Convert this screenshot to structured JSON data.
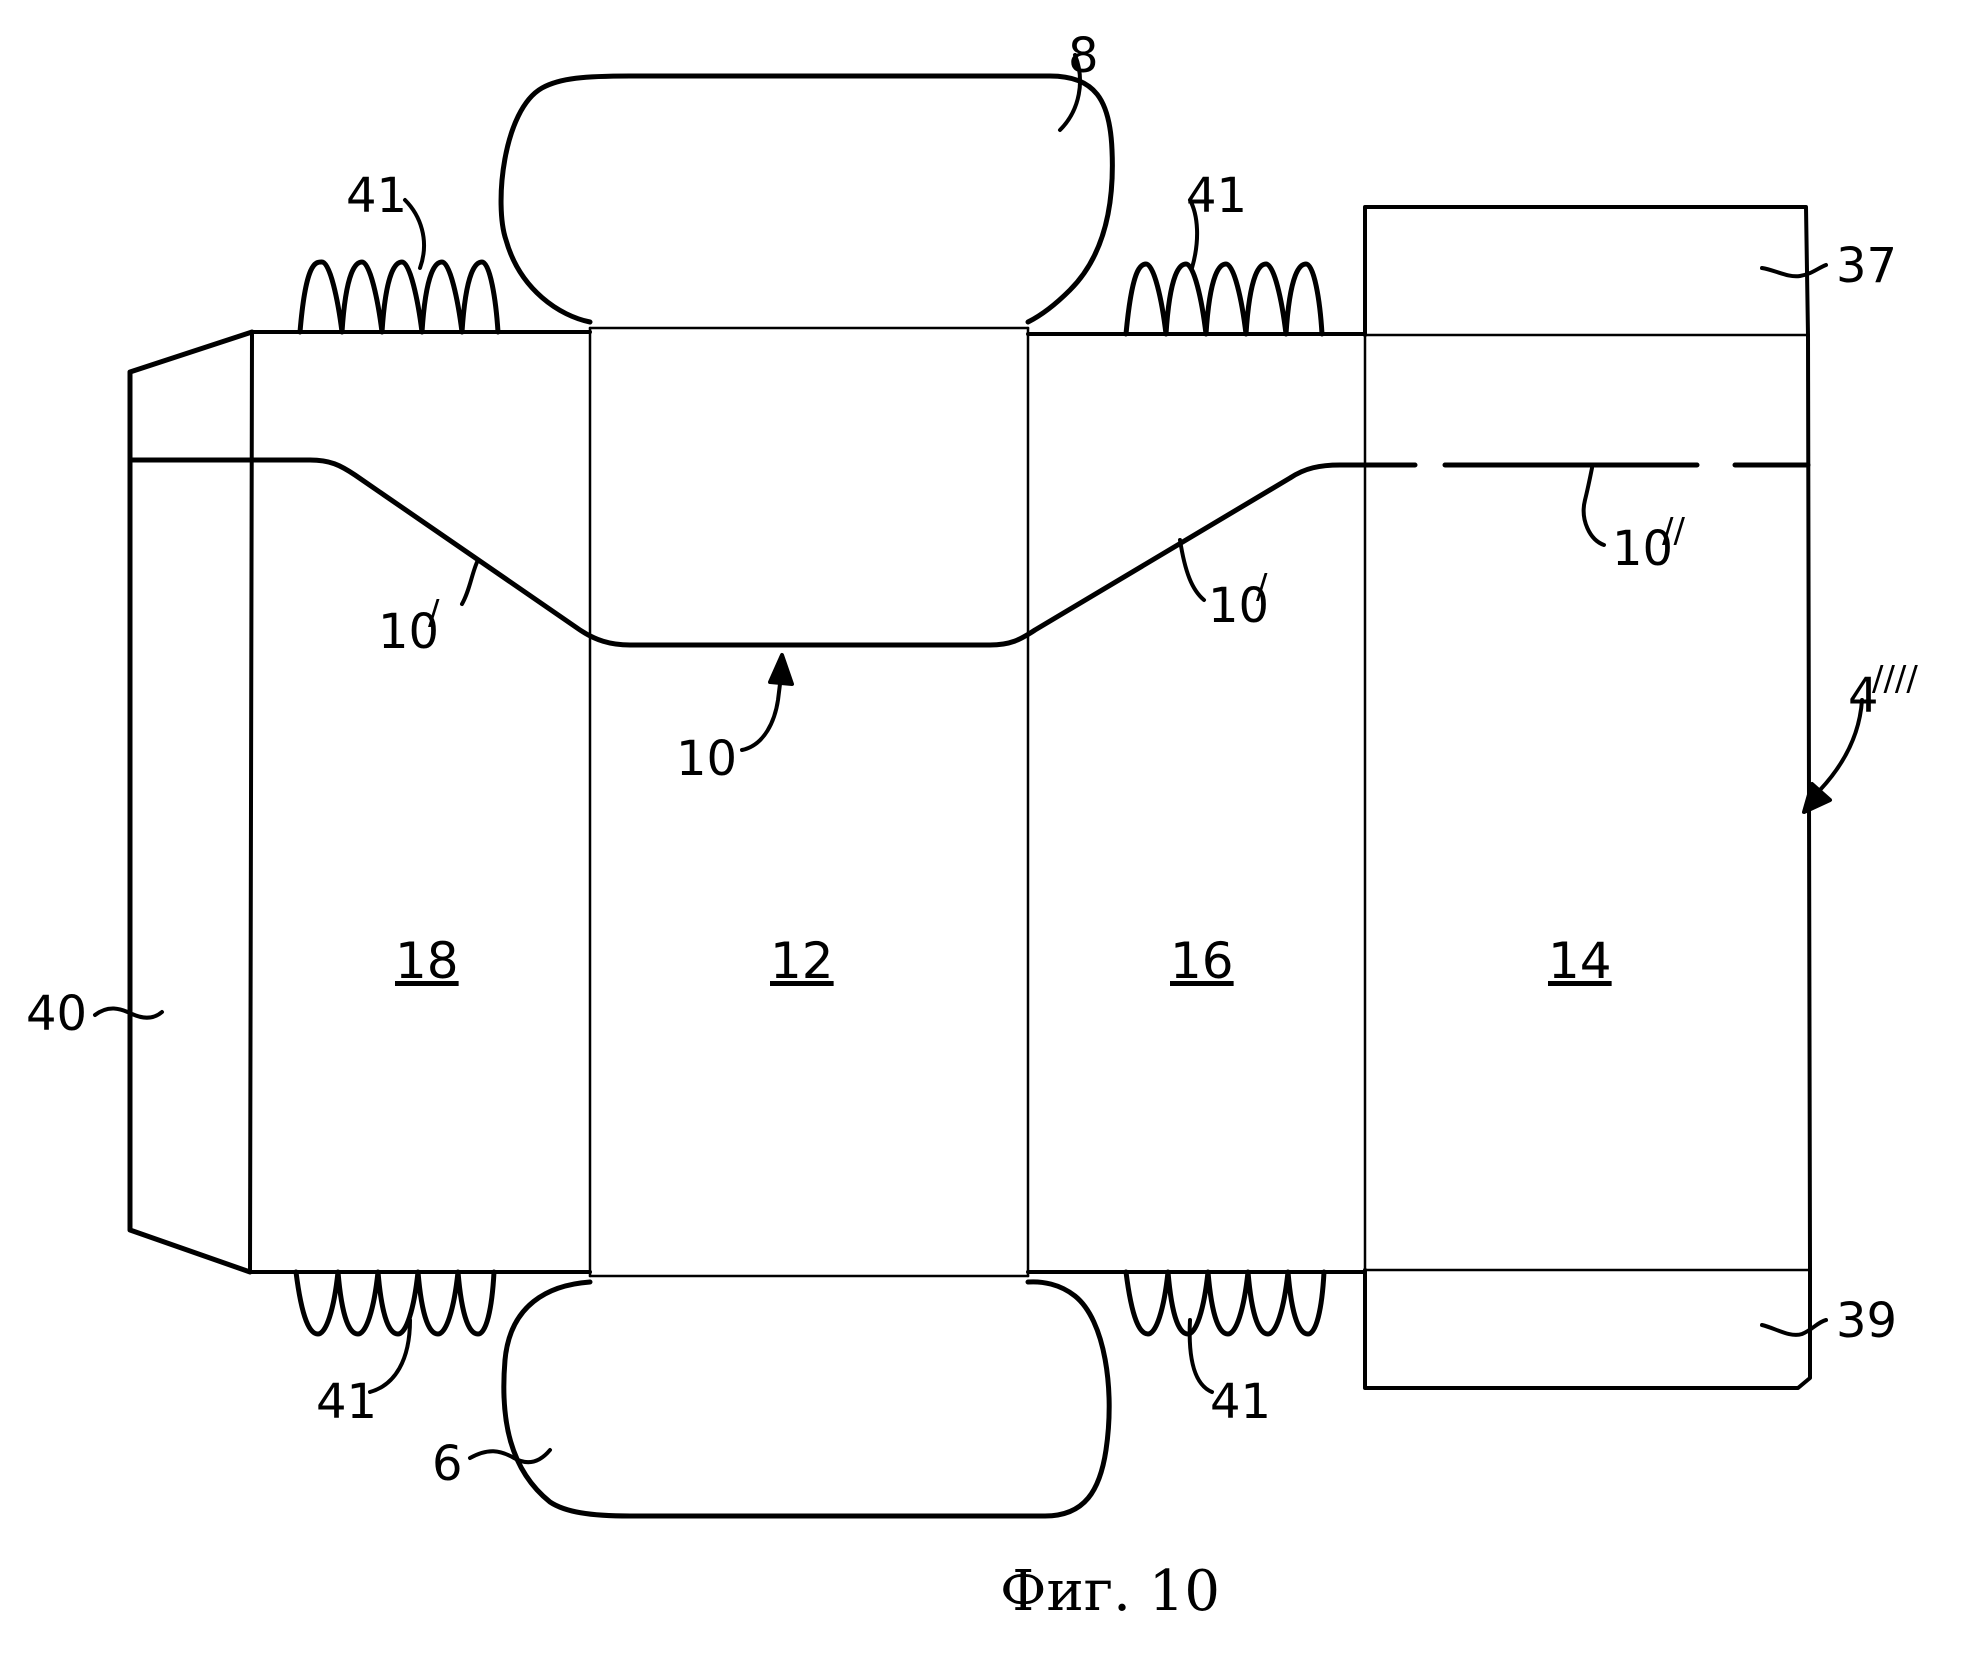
{
  "figure": {
    "caption": "Фиг. 10",
    "labels": {
      "flap_top": "8",
      "flap_bottom": "6",
      "panel_left": "18",
      "panel_center": "12",
      "panel_mid": "16",
      "panel_right": "14",
      "glue_tab": "40",
      "strip_top": "37",
      "strip_bottom": "39",
      "cut_line": "10",
      "cut_line_slope": "10",
      "cut_line_slope_prime": "/",
      "cut_line_dashed": "10",
      "cut_line_dashed_prime": "//",
      "blank": "4",
      "blank_primes": "////",
      "teeth": "41"
    }
  }
}
